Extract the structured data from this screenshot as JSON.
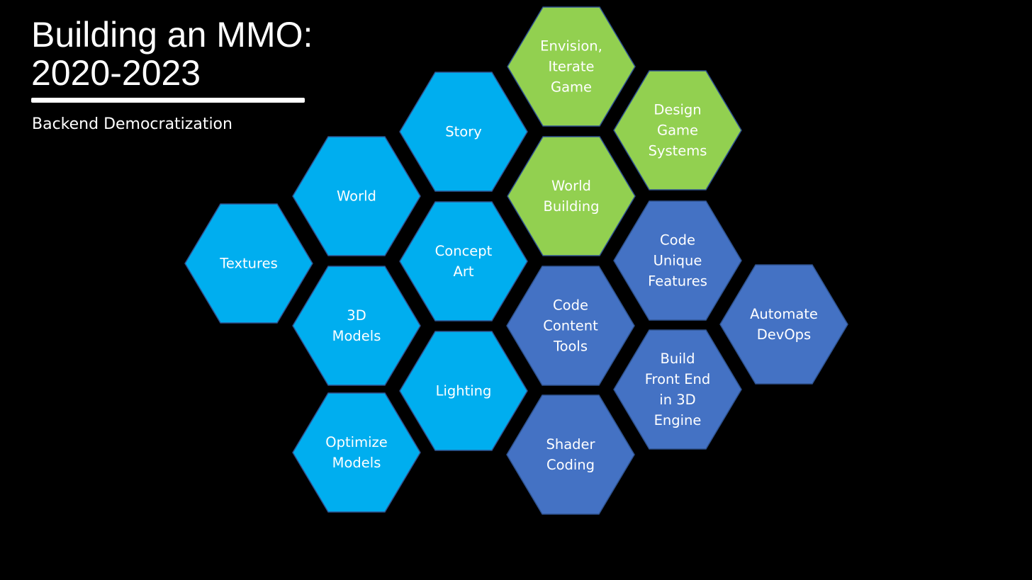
{
  "slide": {
    "title_line1": "Building an MMO:",
    "title_line2": "2020-2023",
    "subtitle": "Backend Democratization"
  },
  "colors": {
    "background": "#000000",
    "art": "#00aeef",
    "game_design": "#92d050",
    "engineering": "#4472c4",
    "hex_border": "#2f528f",
    "text": "#ffffff"
  },
  "hexagons": [
    {
      "id": "textures",
      "group": "art",
      "lines": [
        "Textures"
      ]
    },
    {
      "id": "world",
      "group": "art",
      "lines": [
        "World"
      ]
    },
    {
      "id": "3d-models",
      "group": "art",
      "lines": [
        "3D",
        "Models"
      ]
    },
    {
      "id": "optimize-models",
      "group": "art",
      "lines": [
        "Optimize",
        "Models"
      ]
    },
    {
      "id": "story",
      "group": "art",
      "lines": [
        "Story"
      ]
    },
    {
      "id": "concept-art",
      "group": "art",
      "lines": [
        "Concept",
        "Art"
      ]
    },
    {
      "id": "lighting",
      "group": "art",
      "lines": [
        "Lighting"
      ]
    },
    {
      "id": "envision-iterate-game",
      "group": "game_design",
      "lines": [
        "Envision,",
        "Iterate",
        "Game"
      ]
    },
    {
      "id": "world-building",
      "group": "game_design",
      "lines": [
        "World",
        "Building"
      ]
    },
    {
      "id": "design-game-systems",
      "group": "game_design",
      "lines": [
        "Design",
        "Game",
        "Systems"
      ]
    },
    {
      "id": "code-content-tools",
      "group": "engineering",
      "lines": [
        "Code",
        "Content",
        "Tools"
      ]
    },
    {
      "id": "shader-coding",
      "group": "engineering",
      "lines": [
        "Shader",
        "Coding"
      ]
    },
    {
      "id": "code-unique-features",
      "group": "engineering",
      "lines": [
        "Code",
        "Unique",
        "Features"
      ]
    },
    {
      "id": "build-front-end",
      "group": "engineering",
      "lines": [
        "Build",
        "Front End",
        "in 3D",
        "Engine"
      ]
    },
    {
      "id": "automate-devops",
      "group": "engineering",
      "lines": [
        "Automate",
        "DevOps"
      ]
    }
  ]
}
